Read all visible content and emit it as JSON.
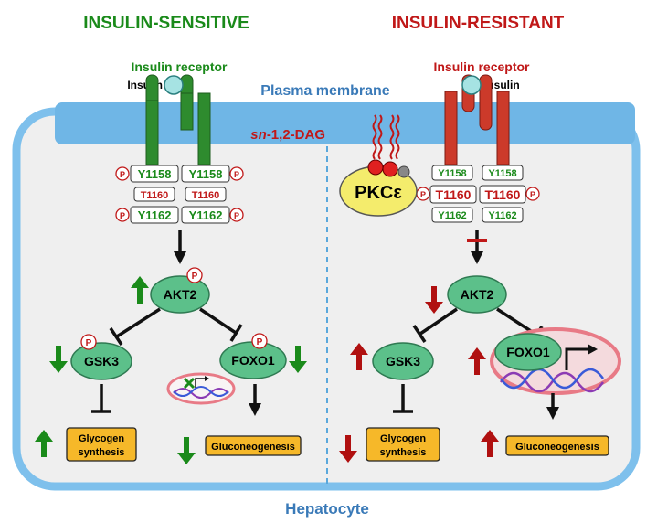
{
  "titles": {
    "left": "INSULIN-SENSITIVE",
    "right": "INSULIN-RESISTANT"
  },
  "labels": {
    "insulin_receptor": "Insulin receptor",
    "insulin": "Insulin",
    "plasma_membrane": "Plasma membrane",
    "dag_prefix": "sn",
    "dag_suffix": "-1,2-DAG",
    "pkc": "PKCε",
    "hepatocyte": "Hepatocyte",
    "phospho": "P"
  },
  "residues": {
    "y1158": "Y1158",
    "t1160": "T1160",
    "y1162": "Y1162"
  },
  "nodes": {
    "akt2": "AKT2",
    "gsk3": "GSK3",
    "foxo1": "FOXO1"
  },
  "outputs": {
    "glycogen_line1": "Glycogen",
    "glycogen_line2": "synthesis",
    "gluconeogenesis": "Gluconeogenesis"
  },
  "colors": {
    "green": "#1a8a1a",
    "dark_red": "#c01818",
    "receptor_green": "#2e8b2e",
    "receptor_red": "#cc3a2a",
    "membrane_blue": "#6fb6e6",
    "cell_border": "#7ec0ec",
    "cell_fill": "#efefef",
    "node_fill": "#5cc08a",
    "output_fill": "#f6b829",
    "pkc_fill": "#f4ec6c"
  }
}
